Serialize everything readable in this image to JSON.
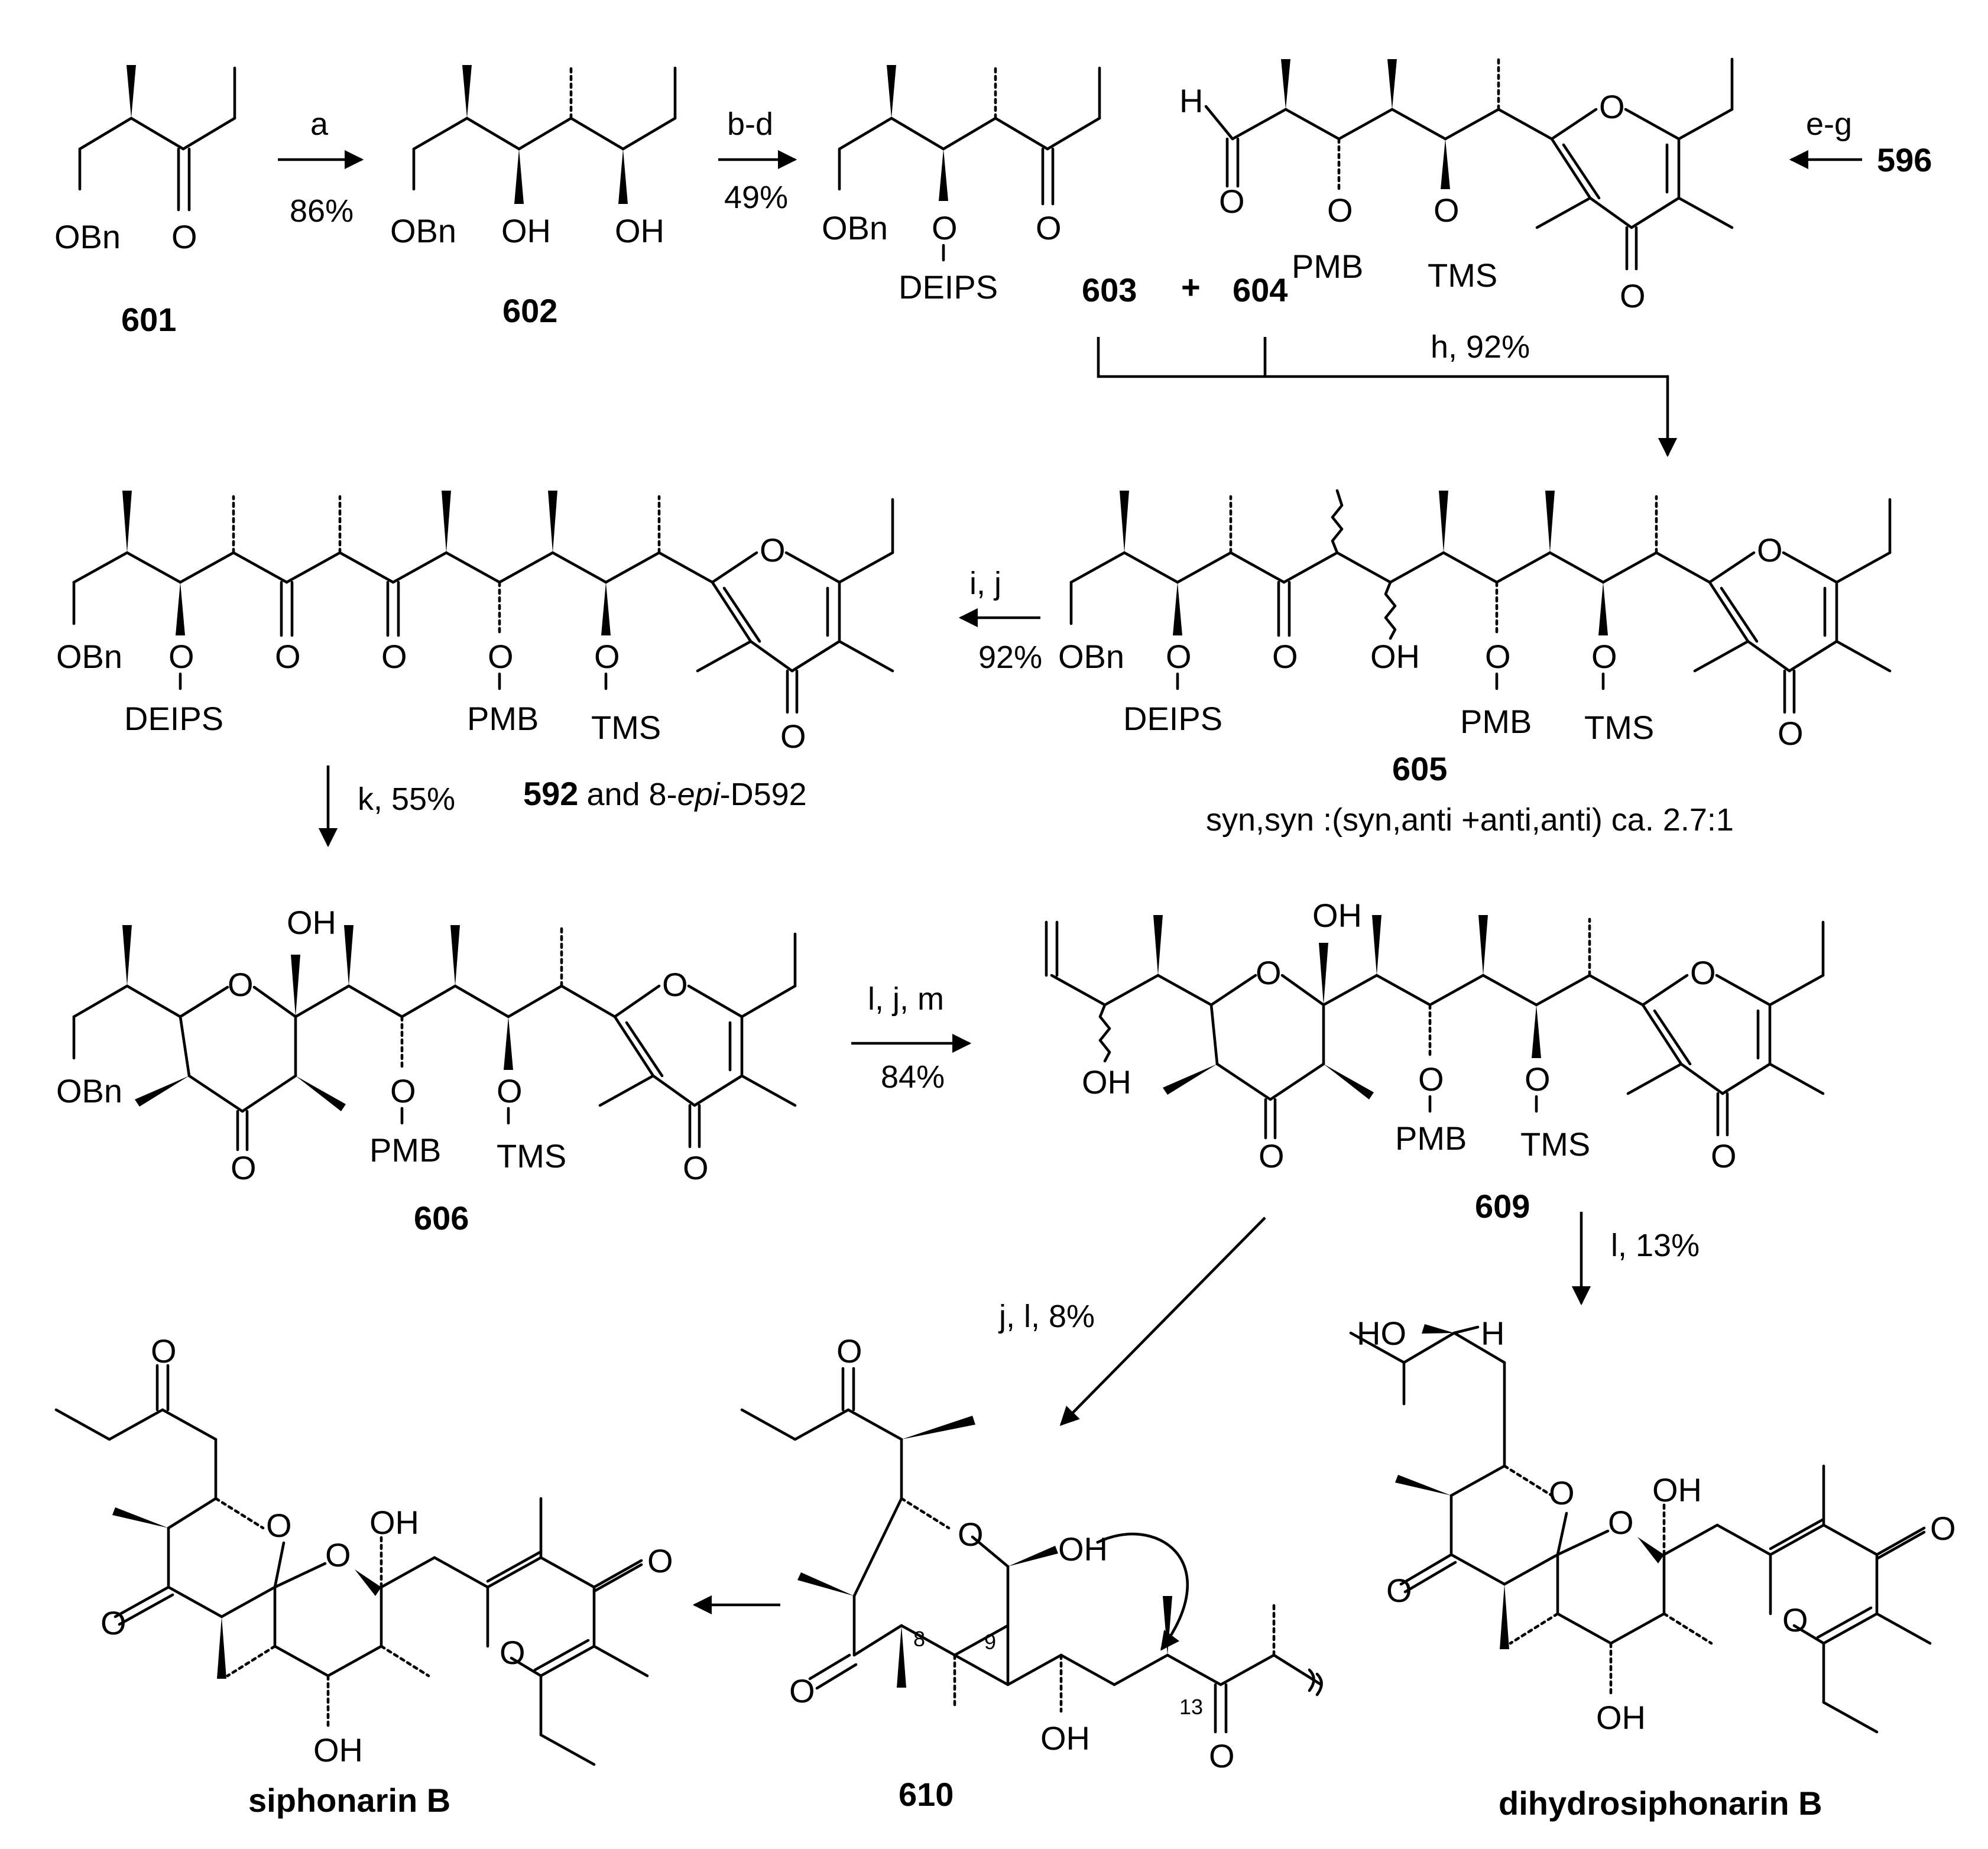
{
  "compounds": {
    "c601": "601",
    "c602": "602",
    "c603": "603",
    "c604": "604",
    "c596": "596",
    "c605": "605",
    "c592": "592",
    "c592_epi_pre": "and 8-",
    "c592_epi_it": "epi",
    "c592_epi_post": "-D592",
    "c606": "606",
    "c609": "609",
    "c610": "610",
    "siphonarin": "siphonarin B",
    "dihydro": "dihydrosiphonarin B",
    "plus": "+"
  },
  "conditions": {
    "a": "a",
    "a_yield": "86%",
    "bd": "b-d",
    "bd_yield": "49%",
    "eg": "e-g",
    "h": "h, 92%",
    "ij": "i, j",
    "ij_yield": "92%",
    "k": "k, 55%",
    "ljm": "l, j, m",
    "ljm_yield": "84%",
    "jl": "j, l, 8%",
    "l": "l, 13%"
  },
  "notes": {
    "ratio": "syn,syn :(syn,anti +anti,anti) ca. 2.7:1",
    "pos8": "8",
    "pos9": "9",
    "pos13": "13"
  },
  "atoms": {
    "OBn": "OBn",
    "O": "O",
    "OH": "OH",
    "H": "H",
    "HO": "HO",
    "DEIPS": "DEIPS",
    "PMB": "PMB",
    "TMS": "TMS"
  }
}
